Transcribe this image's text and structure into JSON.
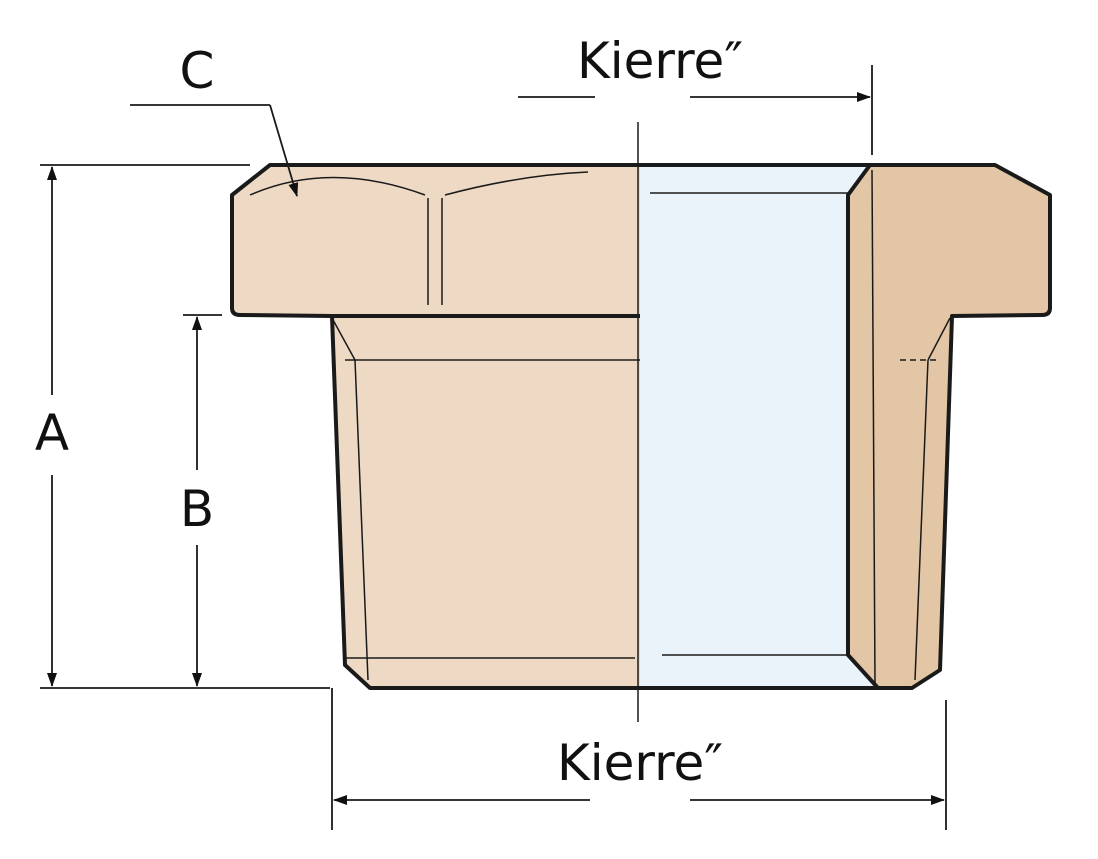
{
  "labels": {
    "c": "C",
    "a": "A",
    "b": "B",
    "thread_top": "Kierre″",
    "thread_bottom": "Kierre″"
  },
  "colors": {
    "body_left": "#eed9c4",
    "body_right": "#e2c6a5",
    "bore": "#eaf3fa",
    "outline": "#1a1a1a"
  }
}
